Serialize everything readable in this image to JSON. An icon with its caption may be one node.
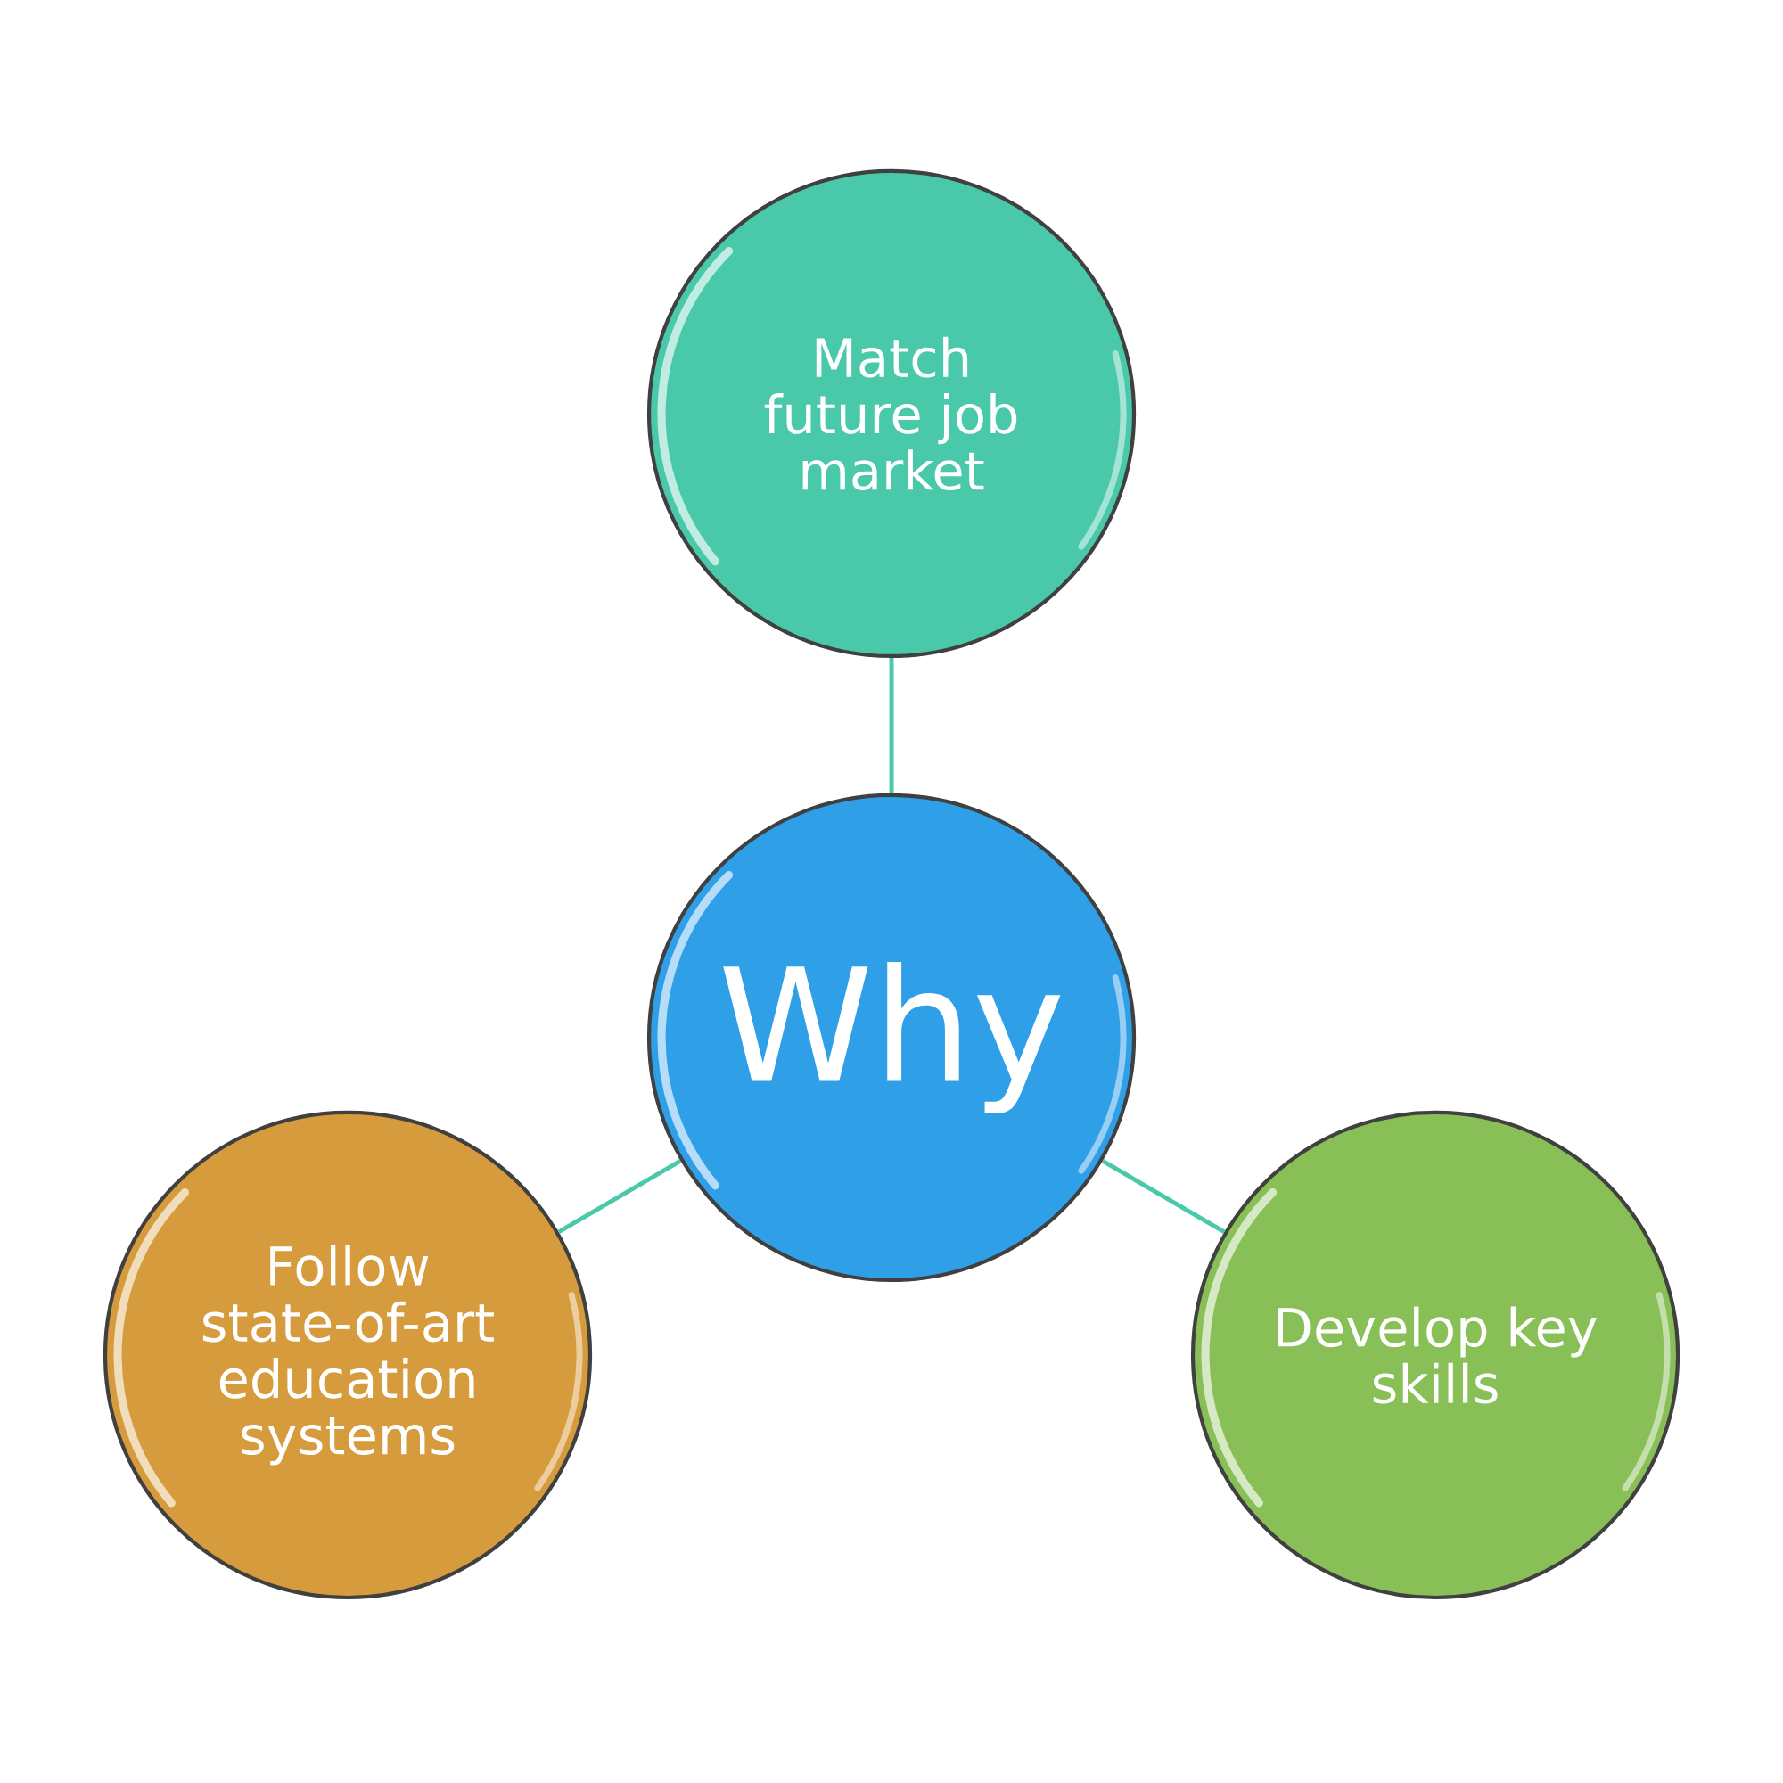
{
  "diagram": {
    "nodes": [
      {
        "text": [
          "Match future job market"
        ]
      },
      {
        "text": [
          "Why"
        ]
      },
      {
        "text": [
          "Follow state-of-art education systems"
        ]
      },
      {
        "text": [
          "Develop key skills"
        ]
      }
    ],
    "edges": [
      {
        "from": 1,
        "to": 0,
        "arrow": "none"
      },
      {
        "from": 1,
        "to": 2,
        "arrow": "none"
      },
      {
        "from": 1,
        "to": 3,
        "arrow": "none"
      }
    ]
  }
}
